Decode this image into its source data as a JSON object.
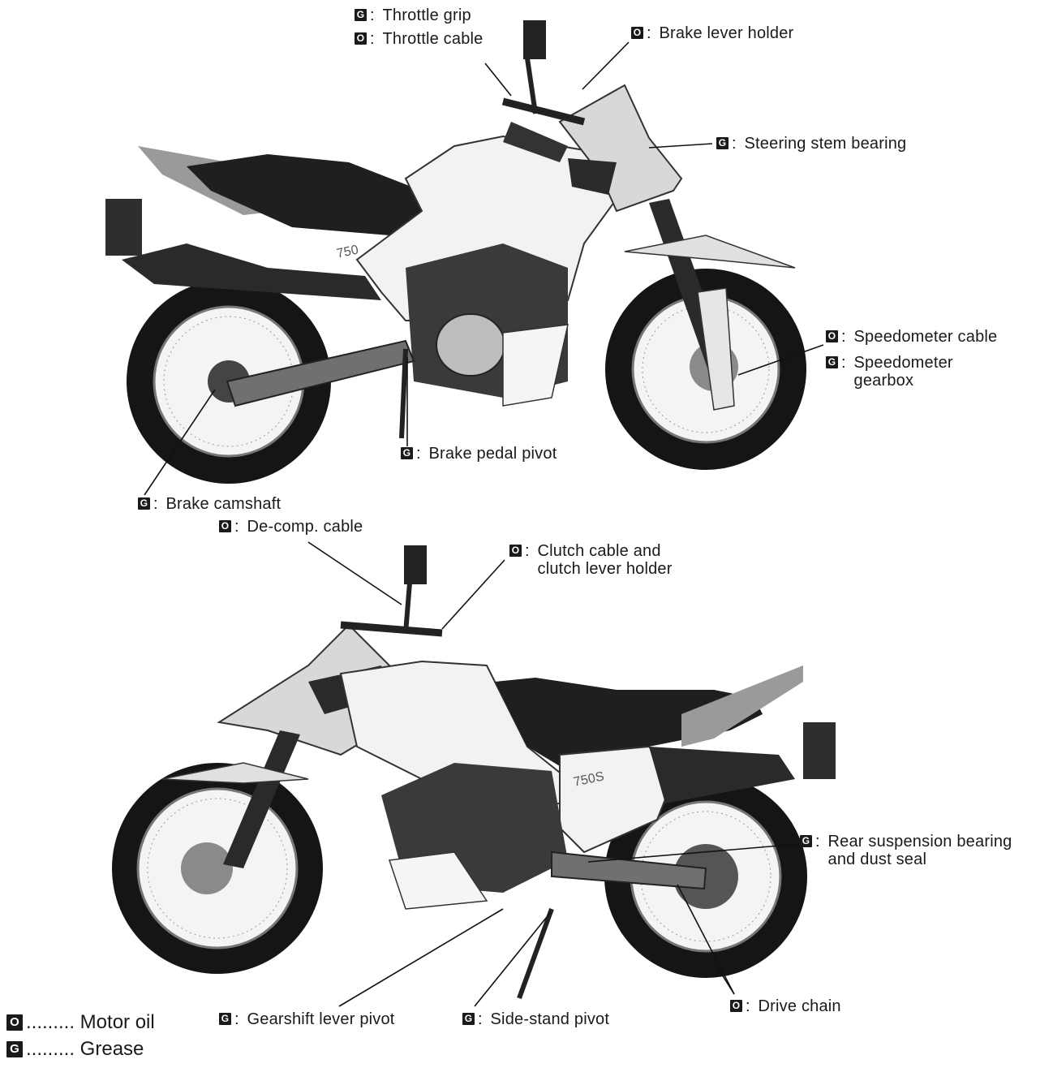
{
  "symbols": {
    "oil": "O",
    "grease": "G"
  },
  "top_labels": {
    "throttle_grip": "Throttle grip",
    "throttle_cable": "Throttle cable",
    "brake_lever_holder": "Brake lever holder",
    "steering_stem_bearing": "Steering stem bearing",
    "speedometer_cable": "Speedometer cable",
    "speedometer_gearbox_1": "Speedometer",
    "speedometer_gearbox_2": "gearbox",
    "brake_pedal_pivot": "Brake pedal pivot",
    "brake_camshaft": "Brake camshaft"
  },
  "bottom_labels": {
    "decomp_cable": "De-comp. cable",
    "clutch_cable_1": "Clutch cable and",
    "clutch_cable_2": "clutch lever holder",
    "rear_suspension_1": "Rear suspension bearing",
    "rear_suspension_2": "and dust seal",
    "drive_chain": "Drive chain",
    "gearshift_lever_pivot": "Gearshift lever pivot",
    "side_stand_pivot": "Side-stand pivot"
  },
  "badges": {
    "top_model": "750",
    "bottom_model": "750S"
  },
  "legend": {
    "motor_oil": "......... Motor oil",
    "grease": "......... Grease"
  }
}
